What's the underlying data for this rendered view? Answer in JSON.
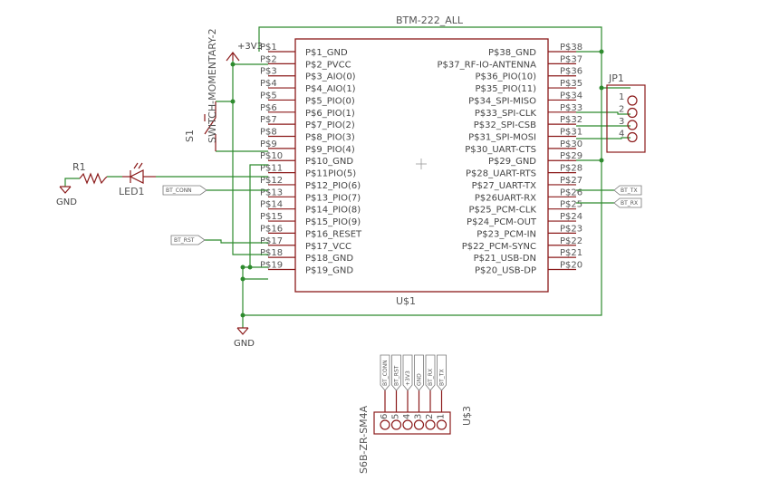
{
  "module": {
    "name": "BTM-222_ALL",
    "instance": "U$1",
    "left_pins": [
      {
        "pad": "P$1",
        "name": "P$1_GND"
      },
      {
        "pad": "P$2",
        "name": "P$2_PVCC"
      },
      {
        "pad": "P$3",
        "name": "P$3_AIO(0)"
      },
      {
        "pad": "P$4",
        "name": "P$4_AIO(1)"
      },
      {
        "pad": "P$5",
        "name": "P$5_PIO(0)"
      },
      {
        "pad": "P$6",
        "name": "P$6_PIO(1)"
      },
      {
        "pad": "P$7",
        "name": "P$7_PIO(2)"
      },
      {
        "pad": "P$8",
        "name": "P$8_PIO(3)"
      },
      {
        "pad": "P$9",
        "name": "P$9_PIO(4)"
      },
      {
        "pad": "P$10",
        "name": "P$10_GND"
      },
      {
        "pad": "P$11",
        "name": "P$11PIO(5)"
      },
      {
        "pad": "P$12",
        "name": "P$12_PIO(6)"
      },
      {
        "pad": "P$13",
        "name": "P$13_PIO(7)"
      },
      {
        "pad": "P$14",
        "name": "P$14_PIO(8)"
      },
      {
        "pad": "P$15",
        "name": "P$15_PIO(9)"
      },
      {
        "pad": "P$16",
        "name": "P$16_RESET"
      },
      {
        "pad": "P$17",
        "name": "P$17_VCC"
      },
      {
        "pad": "P$18",
        "name": "P$18_GND"
      },
      {
        "pad": "P$19",
        "name": "P$19_GND"
      }
    ],
    "right_pins": [
      {
        "pad": "P$38",
        "name": "P$38_GND"
      },
      {
        "pad": "P$37",
        "name": "P$37_RF-IO-ANTENNA"
      },
      {
        "pad": "P$36",
        "name": "P$36_PIO(10)"
      },
      {
        "pad": "P$35",
        "name": "P$35_PIO(11)"
      },
      {
        "pad": "P$34",
        "name": "P$34_SPI-MISO"
      },
      {
        "pad": "P$33",
        "name": "P$33_SPI-CLK"
      },
      {
        "pad": "P$32",
        "name": "P$32_SPI-CSB"
      },
      {
        "pad": "P$31",
        "name": "P$31_SPI-MOSI"
      },
      {
        "pad": "P$30",
        "name": "P$30_UART-CTS"
      },
      {
        "pad": "P$29",
        "name": "P$29_GND"
      },
      {
        "pad": "P$28",
        "name": "P$28_UART-RTS"
      },
      {
        "pad": "P$27",
        "name": "P$27_UART-TX"
      },
      {
        "pad": "P$26",
        "name": "P$26UART-RX"
      },
      {
        "pad": "P$25",
        "name": "P$25_PCM-CLK"
      },
      {
        "pad": "P$24",
        "name": "P$24_PCM-OUT"
      },
      {
        "pad": "P$23",
        "name": "P$23_PCM-IN"
      },
      {
        "pad": "P$22",
        "name": "P$22_PCM-SYNC"
      },
      {
        "pad": "P$21",
        "name": "P$21_USB-DN"
      },
      {
        "pad": "P$20",
        "name": "P$20_USB-DP"
      }
    ]
  },
  "supply": {
    "vcc": "+3V3",
    "gnd_left": "GND",
    "gnd_bottom": "GND"
  },
  "switch": {
    "ref": "S1",
    "value": "SWITCH-MOMENTARY-2"
  },
  "resistor": {
    "ref": "R1"
  },
  "led": {
    "ref": "LED1"
  },
  "net_tags": {
    "bt_conn": "BT_CONN",
    "bt_rst": "BT_RST",
    "bt_tx": "BT_TX",
    "bt_rx": "BT_RX"
  },
  "header_jp1": {
    "ref": "JP1",
    "pins": [
      "1",
      "2",
      "3",
      "4"
    ]
  },
  "connector_u3": {
    "ref": "U$3",
    "value": "S6B-ZR-SM4A",
    "pins": [
      "6",
      "5",
      "4",
      "3",
      "2",
      "1"
    ],
    "tags": [
      "BT_CONN",
      "BT_RST",
      "+3V3",
      "GND",
      "BT_RX",
      "BT_TX"
    ]
  },
  "colors": {
    "wire": "#2e8b2e",
    "symbol": "#8b1a1a",
    "text": "#555555",
    "junction": "#2e8b2e"
  }
}
